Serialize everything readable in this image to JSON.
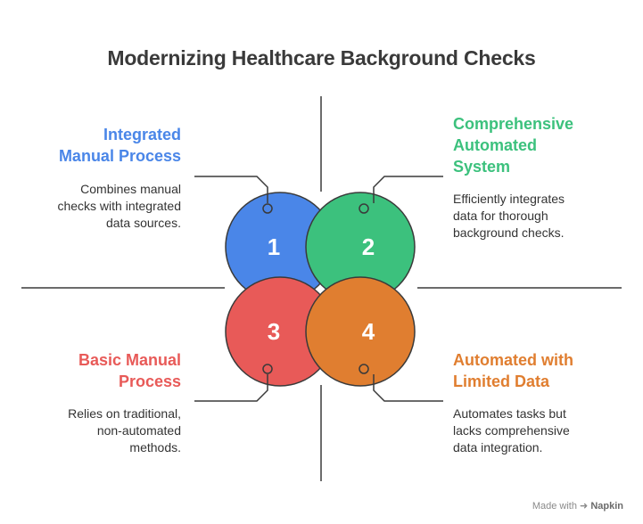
{
  "title": "Modernizing Healthcare Background Checks",
  "quadrants": [
    {
      "number": "1",
      "color": "#4a86e8",
      "heading": [
        "Integrated",
        "Manual Process"
      ],
      "description": [
        "Combines manual",
        "checks with integrated",
        "data sources."
      ]
    },
    {
      "number": "2",
      "color": "#3cc17d",
      "heading": [
        "Comprehensive",
        "Automated",
        "System"
      ],
      "description": [
        "Efficiently integrates",
        "data for thorough",
        "background checks."
      ]
    },
    {
      "number": "3",
      "color": "#e85a58",
      "heading": [
        "Basic Manual",
        "Process"
      ],
      "description": [
        "Relies on traditional,",
        "non-automated",
        "methods."
      ]
    },
    {
      "number": "4",
      "color": "#e07e30",
      "heading": [
        "Automated with",
        "Limited Data"
      ],
      "description": [
        "Automates tasks but",
        "lacks comprehensive",
        "data integration."
      ]
    }
  ],
  "footer": {
    "made_with": "Made with",
    "brand": "Napkin"
  }
}
